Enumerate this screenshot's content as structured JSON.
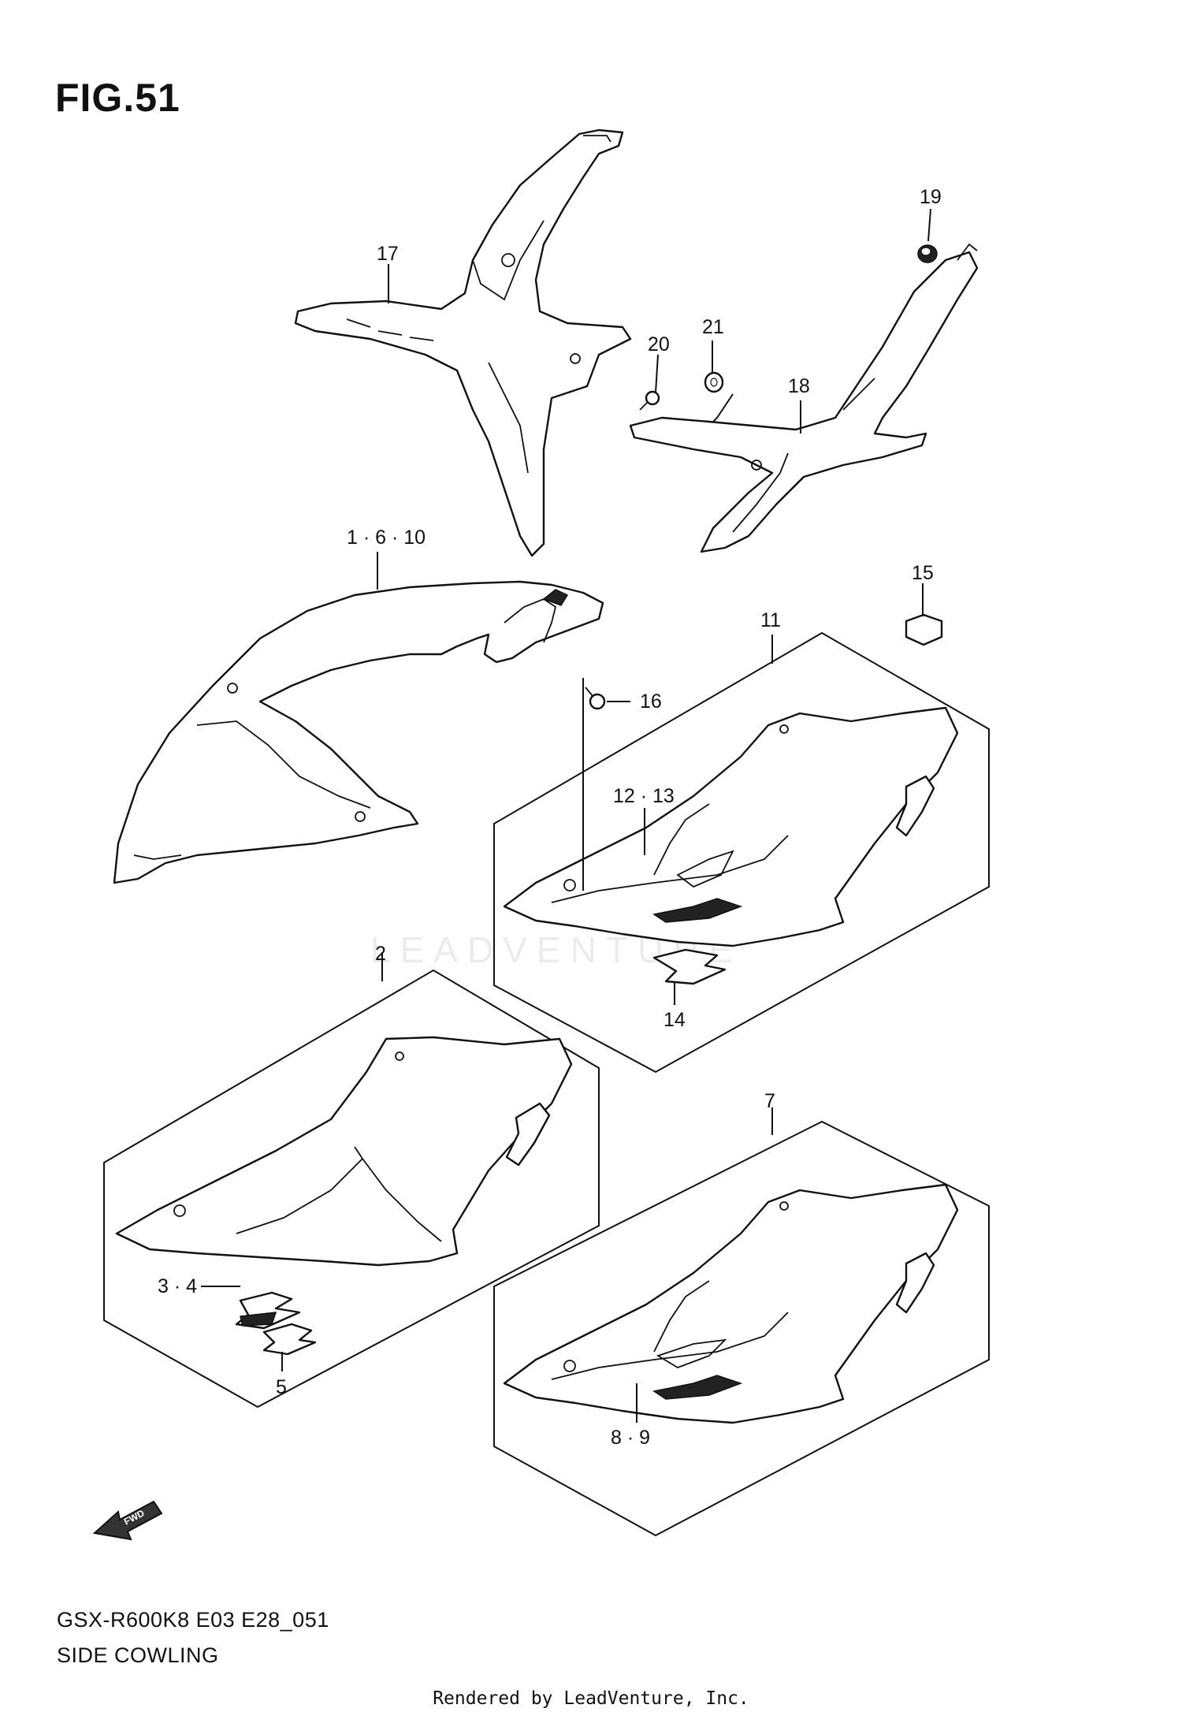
{
  "figure": {
    "title": "FIG.51"
  },
  "callouts": {
    "c17": "17",
    "c19": "19",
    "c20": "20",
    "c21": "21",
    "c18": "18",
    "c1_6_10": "1 · 6 · 10",
    "c15": "15",
    "c11": "11",
    "c16": "16",
    "c12_13": "12 · 13",
    "c14": "14",
    "c2": "2",
    "c3_4": "3 · 4",
    "c5": "5",
    "c7": "7",
    "c8_9": "8 · 9"
  },
  "icons": {
    "forward_arrow": "fwd-arrow-icon",
    "forward_label": "FWD"
  },
  "footer": {
    "model": "GSX-R600K8 E03 E28_051",
    "section": "SIDE COWLING",
    "rendered_by": "Rendered by LeadVenture, Inc."
  },
  "watermark": "LEADVENTURE"
}
